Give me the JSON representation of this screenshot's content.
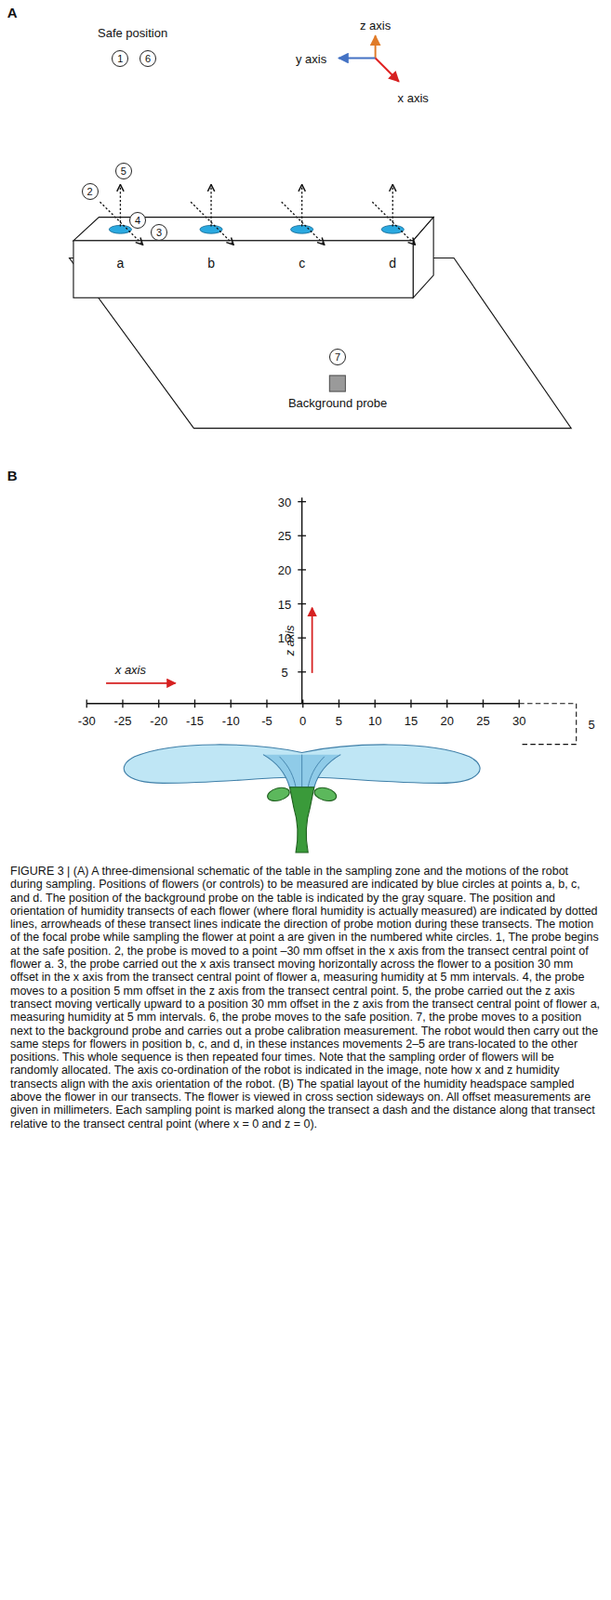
{
  "diagram": {
    "caption": "FIGURE 3 | (A) A three-dimensional schematic of the table in the sampling zone and the motions of the robot during sampling. Positions of flowers (or controls) to be measured are indicated by blue circles at points a, b, c, and d. The position of the background probe on the table is indicated by the gray square. The position and orientation of humidity transects of each flower (where floral humidity is actually measured) are indicated by dotted lines, arrowheads of these transect lines indicate the direction of probe motion during these transects. The motion of the focal probe while sampling the flower at point a are given in the numbered white circles. 1, The probe begins at the safe position. 2, the probe is moved to a point –30 mm offset in the x axis from the transect central point of flower a. 3, the probe carried out the x axis transect moving horizontally across the flower to a position 30 mm offset in the x axis from the transect central point of flower a, measuring humidity at 5 mm intervals. 4, the probe moves to a position 5 mm offset in the z axis from the transect central point. 5, the probe carried out the z axis transect moving vertically upward to a position 30 mm offset in the z axis from the transect central point of flower a, measuring humidity at 5 mm intervals. 6, the probe moves to the safe position. 7, the probe moves to a position next to the background probe and carries out a probe calibration measurement. The robot would then carry out the same steps for flowers in position b, c, and d, in these instances movements 2–5 are trans-located to the other positions. This whole sequence is then repeated four times. Note that the sampling order of flowers will be randomly allocated. The axis co-ordination of the robot is indicated in the image, note how x and z humidity transects align with the axis orientation of the robot. (B) The spatial layout of the humidity headspace sampled above the flower in our transects. The flower is viewed in cross section sideways on. All offset measurements are given in millimeters. Each sampling point is marked along the transect a dash and the distance along that transect relative to the transect central point (where x = 0 and z = 0).",
    "nodes": [
      {
        "text": [
          "1"
        ]
      },
      {
        "text": [
          "6"
        ]
      },
      {
        "text": [
          "2"
        ]
      },
      {
        "text": [
          "5"
        ]
      },
      {
        "text": [
          "4"
        ]
      },
      {
        "text": [
          "3"
        ]
      },
      {
        "text": [
          "7"
        ]
      },
      {
        "text": [
          "Background probe"
        ]
      }
    ],
    "labels": [
      "A",
      "Safe position",
      "z axis",
      "y axis",
      "x axis",
      "a",
      "b",
      "c",
      "d",
      "B",
      "30",
      "25",
      "20",
      "15",
      "10",
      "5",
      "-30",
      "-25",
      "-20",
      "-15",
      "-10",
      "-5",
      "0",
      "5",
      "10",
      "15",
      "20",
      "25",
      "30",
      "5",
      "x axis",
      "z axis"
    ]
  }
}
